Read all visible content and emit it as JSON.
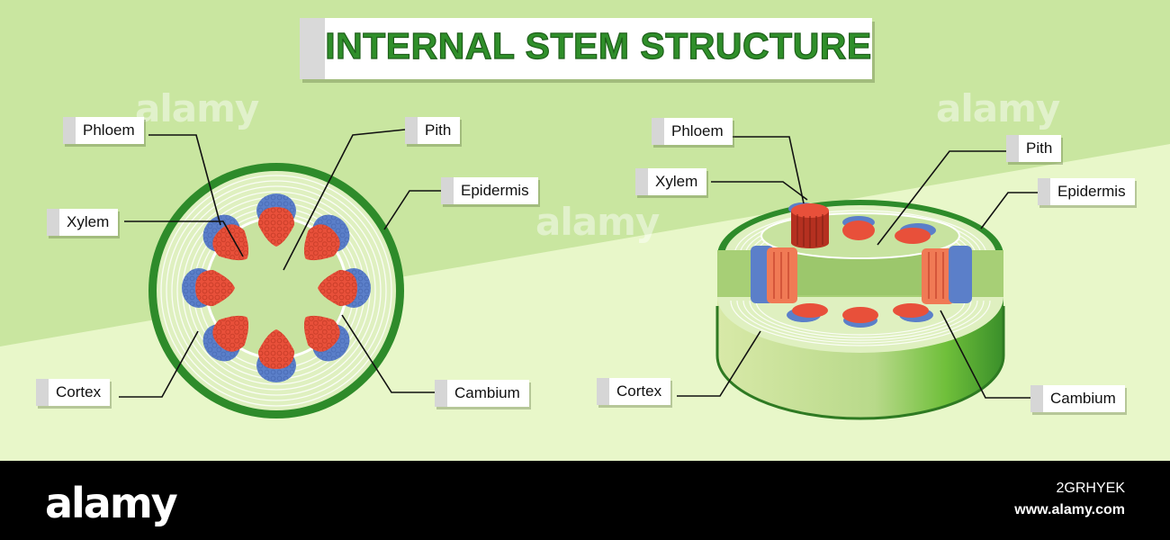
{
  "title": "INTERNAL STEM STRUCTURE",
  "watermark": "alamy",
  "left_diagram": {
    "labels": {
      "phloem": "Phloem",
      "xylem": "Xylem",
      "cortex": "Cortex",
      "pith": "Pith",
      "epidermis": "Epidermis",
      "cambium": "Cambium"
    }
  },
  "right_diagram": {
    "labels": {
      "phloem": "Phloem",
      "xylem": "Xylem",
      "cortex": "Cortex",
      "pith": "Pith",
      "epidermis": "Epidermis",
      "cambium": "Cambium"
    }
  },
  "footer": {
    "logo": "alamy",
    "image_id": "2GRHYEK",
    "url": "www.alamy.com"
  },
  "colors": {
    "background_top": "#c9e6a0",
    "background_bottom": "#e8f7c9",
    "epidermis": "#2e8b2a",
    "cortex": "#dff0c0",
    "pith": "#c8e3a0",
    "xylem": "#e8503a",
    "phloem": "#5b7fc9",
    "title": "#2f8f2a"
  }
}
